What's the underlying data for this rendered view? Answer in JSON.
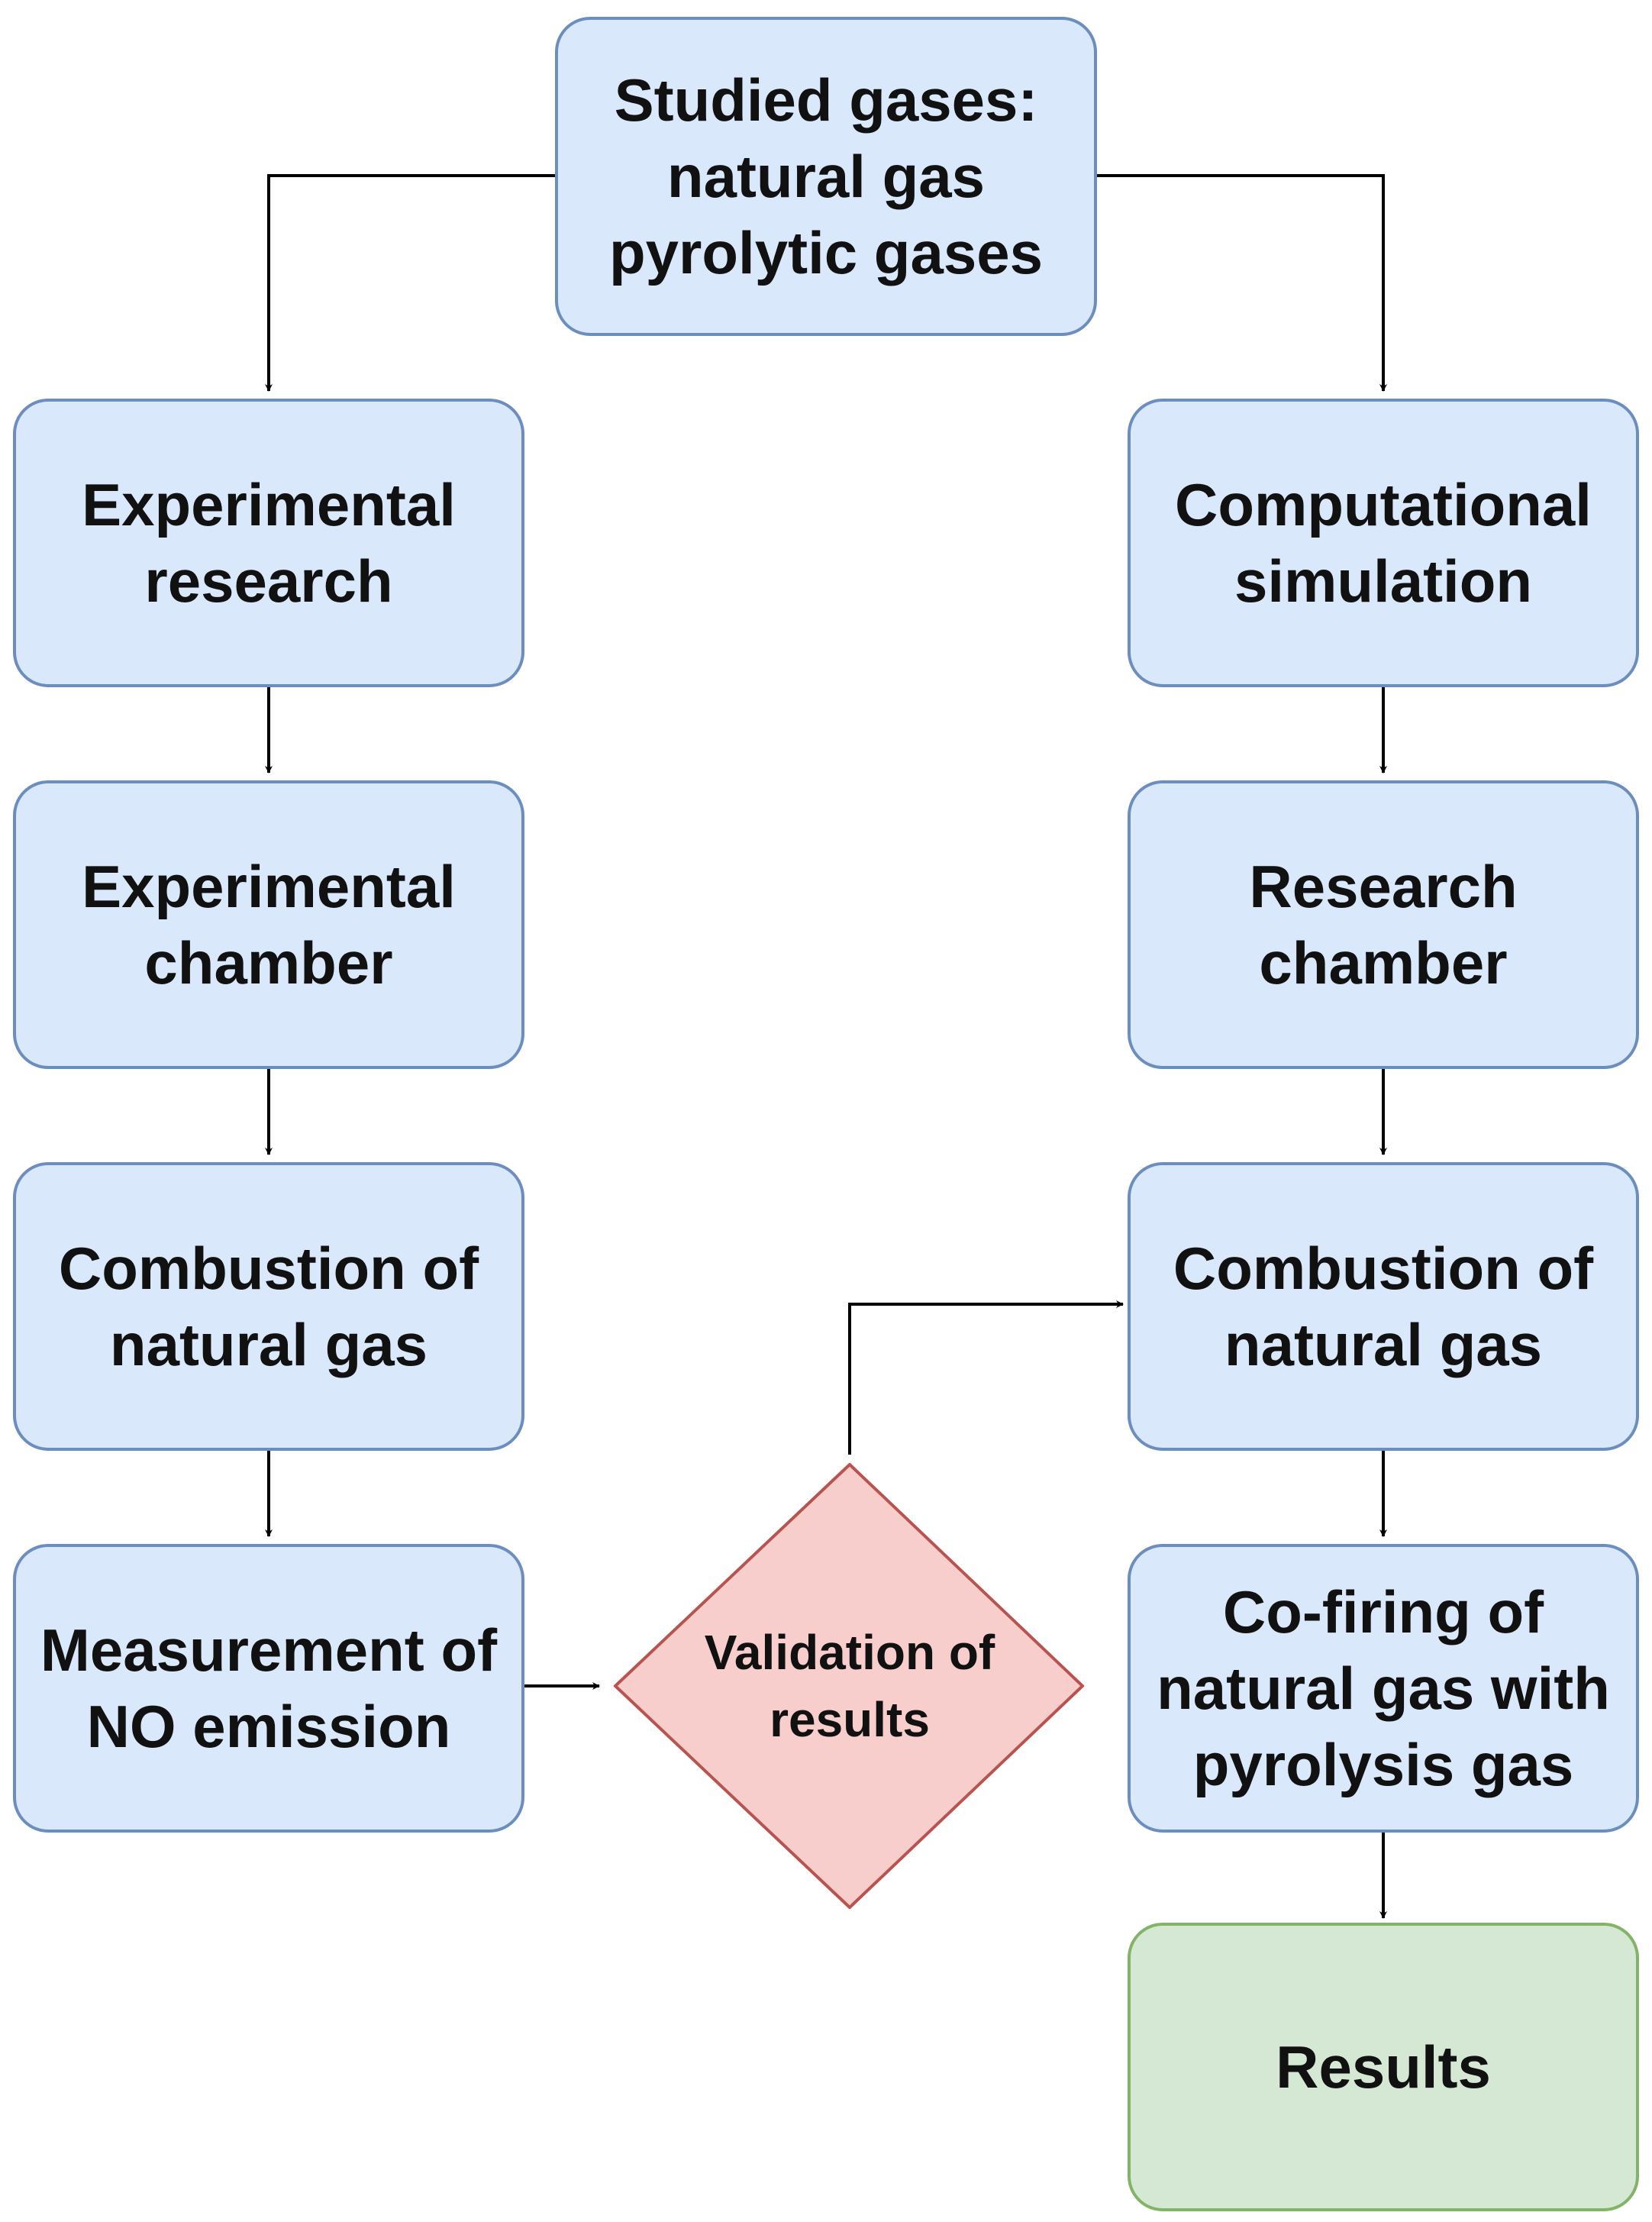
{
  "diagram": {
    "nodes": {
      "studied_gases": "Studied gases:\nnatural gas\npyrolytic gases",
      "experimental_research": "Experimental\nresearch",
      "experimental_chamber": "Experimental\nchamber",
      "combustion_left": "Combustion of\nnatural gas",
      "measurement": "Measurement of\nNO emission",
      "validation": "Validation of\nresults",
      "computational_simulation": "Computational\nsimulation",
      "research_chamber": "Research\nchamber",
      "combustion_right": "Combustion of\nnatural gas",
      "cofiring": "Co-firing of\nnatural gas with\npyrolysis gas",
      "results": "Results"
    },
    "colors": {
      "process_fill": "#dae8fc",
      "process_stroke": "#6c8ebf",
      "decision_fill": "#f8cecc",
      "decision_stroke": "#b85450",
      "result_fill": "#d5e8d4",
      "result_stroke": "#82b366",
      "connector": "#000000"
    }
  }
}
